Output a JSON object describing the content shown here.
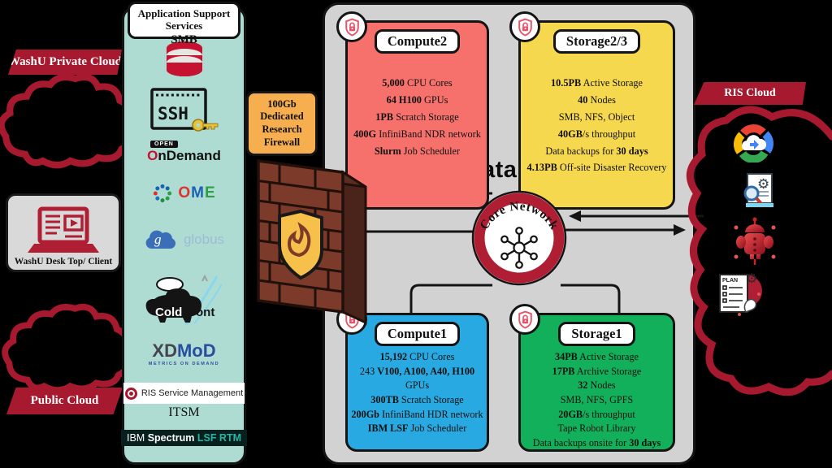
{
  "colors": {
    "crimson": "#a6192e",
    "column_teal": "#aedcd3",
    "firewall_orange": "#f6ae4f",
    "datacenter_gray": "#d2d2d2"
  },
  "left_column": {
    "private_cloud_label": "WashU Private Cloud",
    "desktop_client_label": "WashU Desk Top/ Client",
    "public_cloud_label": "Public Cloud"
  },
  "app_services": {
    "title": "Application Support Services",
    "items": {
      "smb": {
        "label": "SMB"
      },
      "ssh": {
        "label": "SSH"
      },
      "ondemand": {
        "badge": "OPEN",
        "name_first": "O",
        "name_rest": "nDemand"
      },
      "ome": {
        "letters": [
          "O",
          "M",
          "E"
        ]
      },
      "globus": {
        "initial": "g",
        "label": "globus"
      },
      "coldfront": {
        "part1": "Cold",
        "part2": "Front"
      },
      "xdmod": {
        "part1": "XD",
        "part2": "MoD",
        "tagline": "METRICS ON DEMAND"
      },
      "ris_service_mgmt": {
        "label": "RIS Service Management",
        "sub": "ITSM"
      },
      "ibm_spectrum": {
        "ibm": "IBM",
        "spectrum": "Spectrum",
        "suite": "LSF RTM"
      }
    }
  },
  "firewall": {
    "box_label": "100Gb Dedicated Research Firewall"
  },
  "data_center": {
    "title": "RIS Data Center",
    "core_network_label": "Core Network",
    "boxes": [
      {
        "id": "compute2",
        "title": "Compute2",
        "color": "#f7716c",
        "specs": [
          "**5,000** CPU Cores",
          "**64 H100** GPUs",
          "**1PB** Scratch Storage",
          "**400G** InfiniBand NDR network",
          "**Slurm** Job Scheduler"
        ]
      },
      {
        "id": "storage23",
        "title": "Storage2/3",
        "color": "#f6d84e",
        "specs": [
          "**10.5PB** Active Storage",
          "**40** Nodes",
          "SMB, NFS, Object",
          "**40GB**/s throughput",
          "Data backups for **30 days**",
          "**4.13PB** Off-site Disaster Recovery"
        ]
      },
      {
        "id": "compute1",
        "title": "Compute1",
        "color": "#29a9e1",
        "specs": [
          "**15,192** CPU Cores",
          "243 **V100, A100, A40, H100** GPUs",
          "**300TB** Scratch Storage",
          "**200Gb** InfiniBand HDR network",
          "**IBM LSF** Job Scheduler"
        ]
      },
      {
        "id": "storage1",
        "title": "Storage1",
        "color": "#12b05a",
        "specs": [
          "**34PB** Active Storage",
          "**17PB** Archive Storage",
          "**32** Nodes",
          "SMB, NFS, GPFS",
          "**20GB**/s throughput",
          "Tape Robot Library",
          "Data backups onsite for **30 days**"
        ]
      }
    ]
  },
  "ris_cloud": {
    "label": "RIS Cloud",
    "icons": [
      "google-cloud-icon",
      "research-document-icon",
      "robot-icon",
      "plan-document-icon"
    ]
  }
}
